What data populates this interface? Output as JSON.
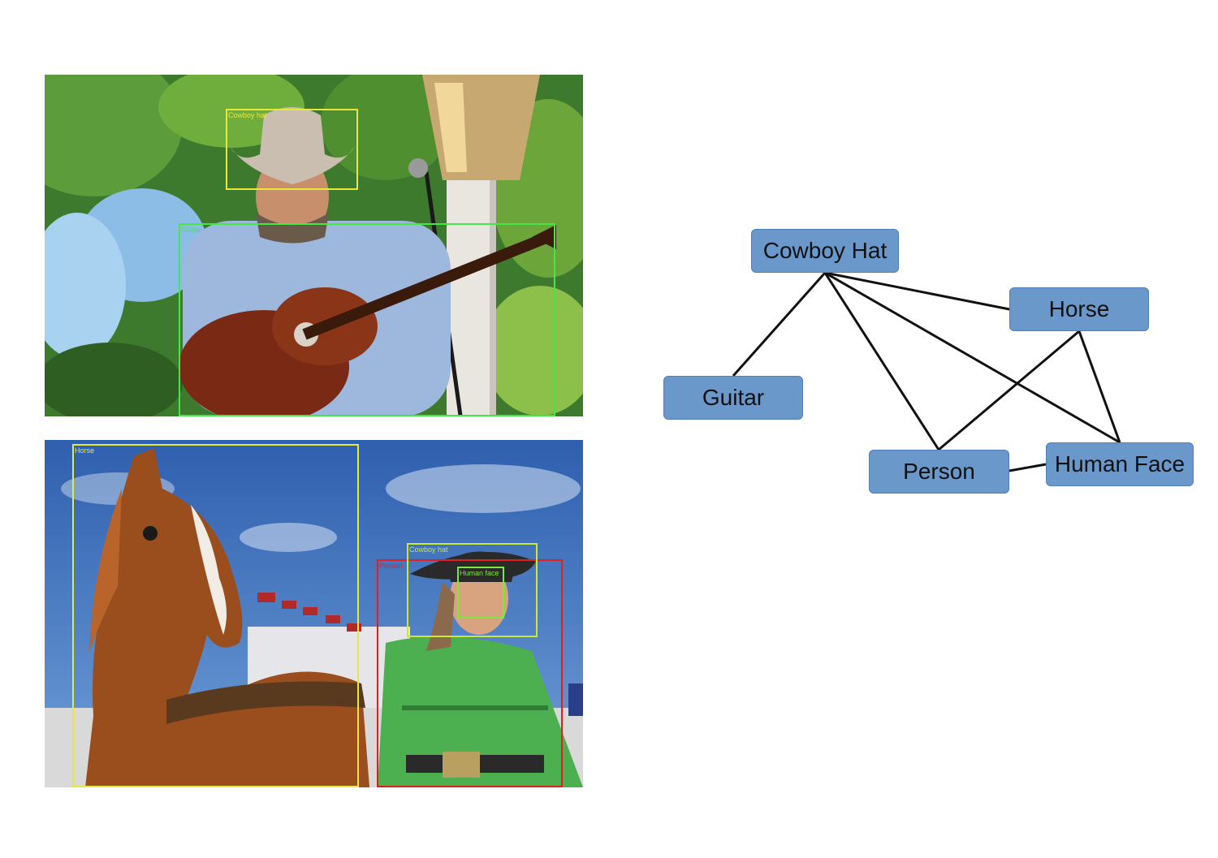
{
  "photos": [
    {
      "id": "photo-guitarist",
      "detections": [
        {
          "label": "Cowboy hat",
          "color": "#e8e83a"
        },
        {
          "label": "Guitar",
          "color": "#44e844"
        }
      ]
    },
    {
      "id": "photo-rodeo",
      "detections": [
        {
          "label": "Horse",
          "color": "#e8e83a"
        },
        {
          "label": "Person",
          "color": "#e02020"
        },
        {
          "label": "Cowboy hat",
          "color": "#c8e83a"
        },
        {
          "label": "Human face",
          "color": "#7ee83a"
        }
      ]
    }
  ],
  "graph": {
    "nodes": [
      {
        "id": "cowboy_hat",
        "label": "Cowboy Hat"
      },
      {
        "id": "horse",
        "label": "Horse"
      },
      {
        "id": "guitar",
        "label": "Guitar"
      },
      {
        "id": "person",
        "label": "Person"
      },
      {
        "id": "human_face",
        "label": "Human Face"
      }
    ],
    "edges": [
      [
        "cowboy_hat",
        "guitar"
      ],
      [
        "cowboy_hat",
        "horse"
      ],
      [
        "cowboy_hat",
        "person"
      ],
      [
        "cowboy_hat",
        "human_face"
      ],
      [
        "horse",
        "person"
      ],
      [
        "horse",
        "human_face"
      ],
      [
        "person",
        "human_face"
      ]
    ],
    "node_color": "#6b98cb",
    "edge_color": "#111111"
  }
}
